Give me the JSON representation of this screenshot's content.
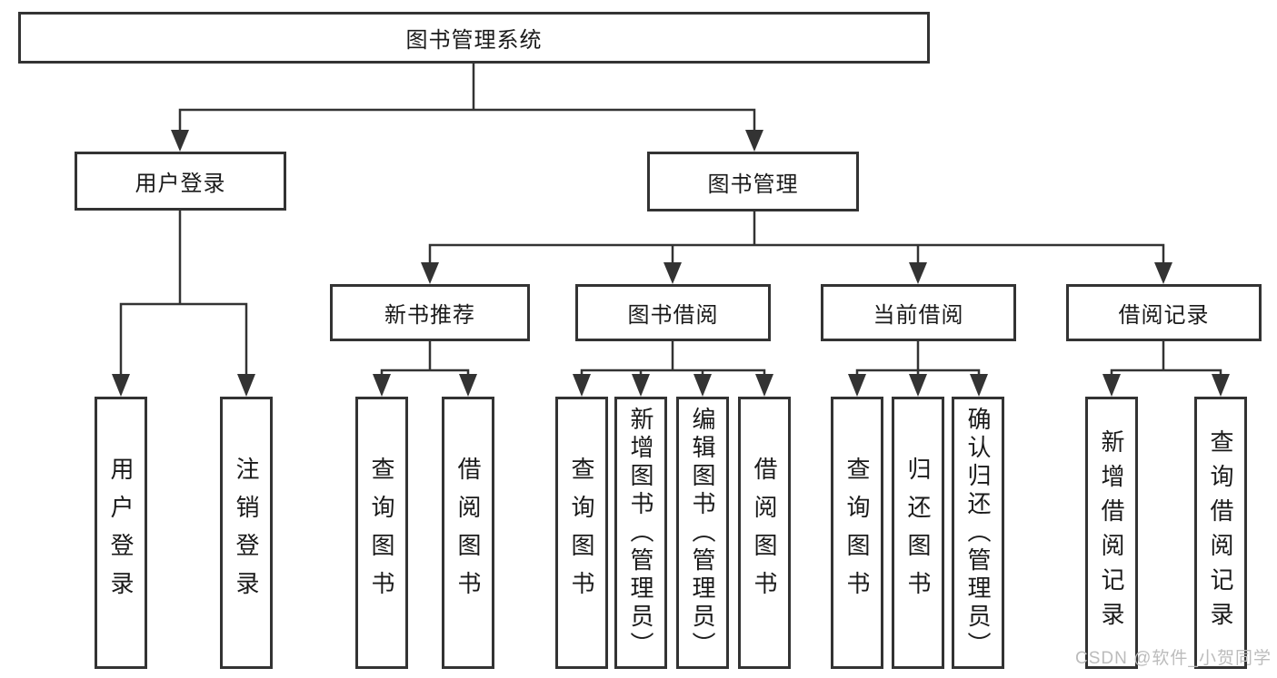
{
  "colors": {
    "page_bg": "#ffffff",
    "line": "#333333",
    "box_border": "#333333",
    "text": "#1a1a1a",
    "watermark": "#bcbcbc"
  },
  "tree": {
    "root": {
      "label": "图书管理系统",
      "children": [
        {
          "label": "用户登录",
          "children": [
            {
              "label": "用户登录"
            },
            {
              "label": "注销登录"
            }
          ]
        },
        {
          "label": "图书管理",
          "children": [
            {
              "label": "新书推荐",
              "children": [
                {
                  "label": "查询图书"
                },
                {
                  "label": "借阅图书"
                }
              ]
            },
            {
              "label": "图书借阅",
              "children": [
                {
                  "label": "查询图书"
                },
                {
                  "label": "新增图书（管理员）"
                },
                {
                  "label": "编辑图书（管理员）"
                },
                {
                  "label": "借阅图书"
                }
              ]
            },
            {
              "label": "当前借阅",
              "children": [
                {
                  "label": "查询图书"
                },
                {
                  "label": "归还图书"
                },
                {
                  "label": "确认归还（管理员）"
                }
              ]
            },
            {
              "label": "借阅记录",
              "children": [
                {
                  "label": "新增借阅记录"
                },
                {
                  "label": "查询借阅记录"
                }
              ]
            }
          ]
        }
      ]
    }
  },
  "watermark": {
    "text": "CSDN @软件_小贺同学"
  }
}
